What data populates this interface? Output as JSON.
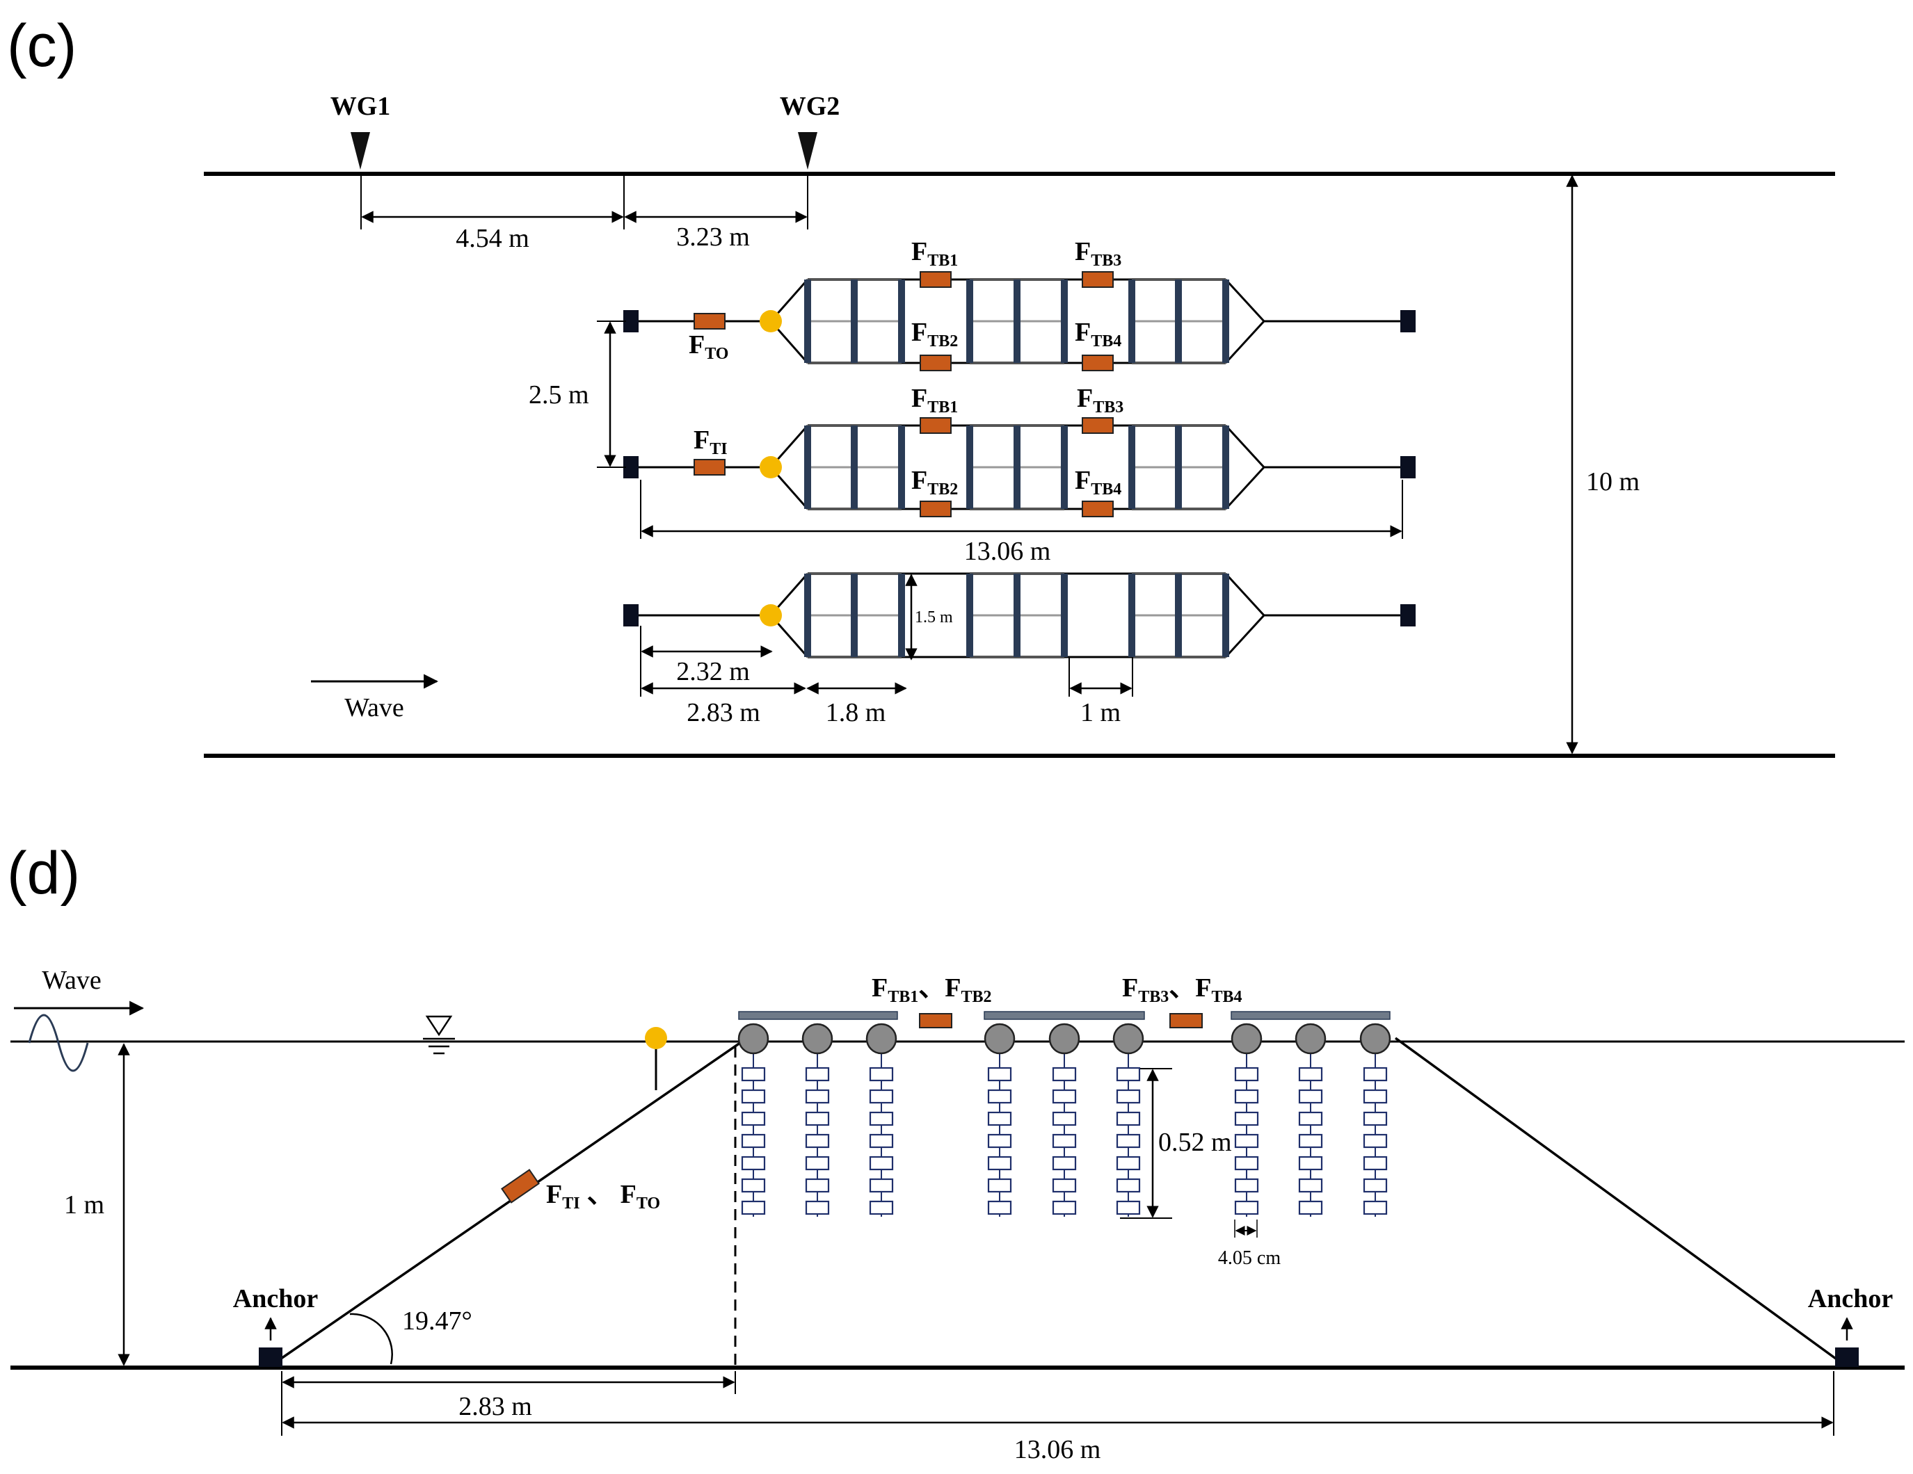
{
  "panel_c": {
    "label": "(c)",
    "gauges": [
      "WG1",
      "WG2"
    ],
    "dims": {
      "wg1_dist": "4.54 m",
      "wg2_dist": "3.23 m",
      "spacing": "2.5 m",
      "total_length": "13.06 m",
      "module_width": "1.5 m",
      "line_a": "2.32 m",
      "line_b": "2.83 m",
      "module_len": "1.8 m",
      "gap": "1 m",
      "flume_width": "10 m"
    },
    "wave": "Wave",
    "force_labels": {
      "F": "F",
      "TB1": "TB1",
      "TB2": "TB2",
      "TB3": "TB3",
      "TB4": "TB4",
      "TO": "TO",
      "TI": "TI"
    }
  },
  "panel_d": {
    "label": "(d)",
    "wave": "Wave",
    "depth": "1 m",
    "angle": "19.47°",
    "dist_a": "2.83 m",
    "dist_total": "13.06 m",
    "net_depth": "0.52 m",
    "mesh": "4.05 cm",
    "anchor_left": "Anchor",
    "anchor_right": "Anchor",
    "sep": "、",
    "force_labels": {
      "F": "F",
      "TB1": "TB1",
      "TB2": "TB2",
      "TB3": "TB3",
      "TB4": "TB4",
      "TI": "TI",
      "TO": "TO"
    }
  },
  "colors": {
    "sensor": "#c85a1a",
    "buoy": "#f5b800",
    "frame": "#2a3b55",
    "net": "#1f2f6b",
    "float": "#8a8a8a"
  }
}
